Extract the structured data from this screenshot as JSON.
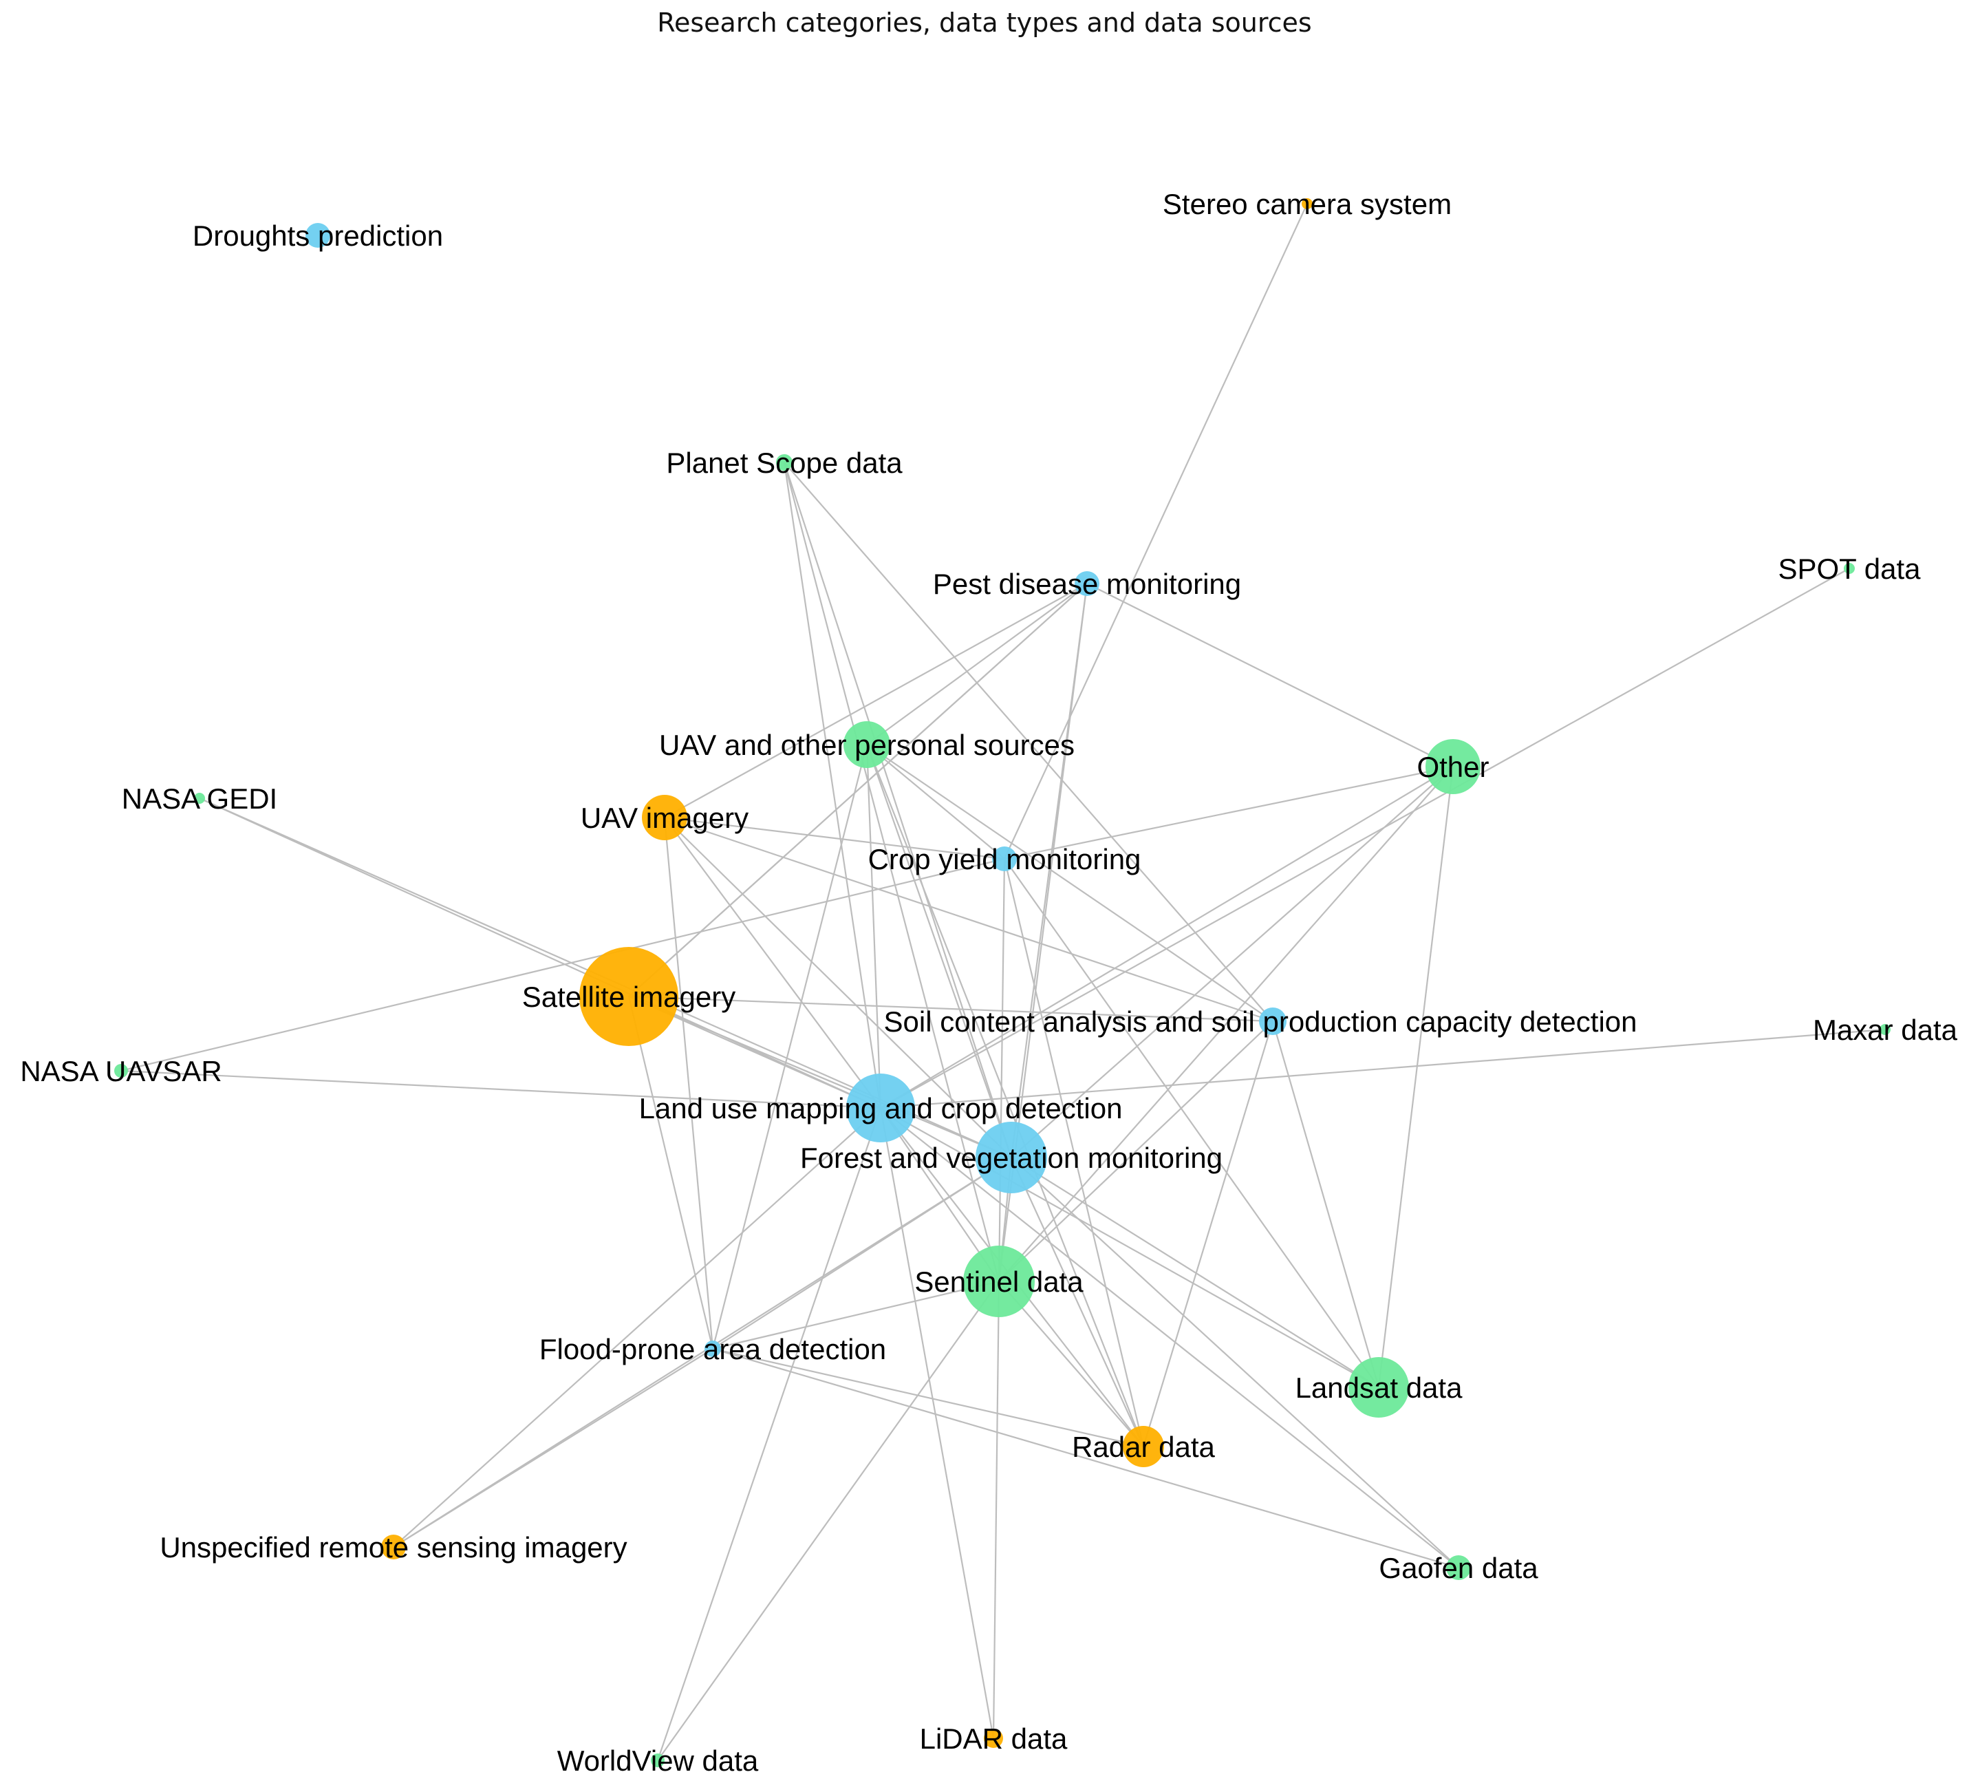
{
  "title": "Research categories, data types and data sources",
  "colors": {
    "category": "#6dcff0",
    "data_type": "#ffb000",
    "data_source": "#6de99a",
    "edge": "#bdbdbd"
  },
  "nodes": [
    {
      "id": "droughts",
      "label": "Droughts prediction",
      "group": "category"
    },
    {
      "id": "stereo",
      "label": "Stereo camera system",
      "group": "data_type"
    },
    {
      "id": "planet",
      "label": "Planet Scope data",
      "group": "data_source"
    },
    {
      "id": "pest",
      "label": "Pest disease monitoring",
      "group": "category"
    },
    {
      "id": "spot",
      "label": "SPOT data",
      "group": "data_source"
    },
    {
      "id": "uavsrc",
      "label": "UAV and other personal sources",
      "group": "data_source"
    },
    {
      "id": "other",
      "label": "Other",
      "group": "data_source"
    },
    {
      "id": "gedi",
      "label": "NASA GEDI",
      "group": "data_source"
    },
    {
      "id": "uavimg",
      "label": "UAV imagery",
      "group": "data_type"
    },
    {
      "id": "cropyield",
      "label": "Crop yield monitoring",
      "group": "category"
    },
    {
      "id": "satellite",
      "label": "Satellite imagery",
      "group": "data_type"
    },
    {
      "id": "soil",
      "label": "Soil content analysis and soil production capacity detection",
      "group": "category"
    },
    {
      "id": "maxar",
      "label": "Maxar data",
      "group": "data_source"
    },
    {
      "id": "uavsar",
      "label": "NASA UAVSAR",
      "group": "data_source"
    },
    {
      "id": "landuse",
      "label": "Land use mapping and crop detection",
      "group": "category"
    },
    {
      "id": "forest",
      "label": "Forest and vegetation monitoring",
      "group": "category"
    },
    {
      "id": "sentinel",
      "label": "Sentinel data",
      "group": "data_source"
    },
    {
      "id": "flood",
      "label": "Flood-prone area detection",
      "group": "category"
    },
    {
      "id": "landsat",
      "label": "Landsat data",
      "group": "data_source"
    },
    {
      "id": "radar",
      "label": "Radar data",
      "group": "data_type"
    },
    {
      "id": "unspec",
      "label": "Unspecified remote sensing imagery",
      "group": "data_type"
    },
    {
      "id": "gaofen",
      "label": "Gaofen data",
      "group": "data_source"
    },
    {
      "id": "lidar",
      "label": "LiDAR data",
      "group": "data_type"
    },
    {
      "id": "worldview",
      "label": "WorldView data",
      "group": "data_source"
    }
  ],
  "edges": [
    [
      "stereo",
      "cropyield"
    ],
    [
      "planet",
      "landuse"
    ],
    [
      "planet",
      "forest"
    ],
    [
      "planet",
      "sentinel"
    ],
    [
      "planet",
      "soil"
    ],
    [
      "pest",
      "uavsrc"
    ],
    [
      "pest",
      "uavimg"
    ],
    [
      "pest",
      "satellite"
    ],
    [
      "pest",
      "other"
    ],
    [
      "pest",
      "sentinel"
    ],
    [
      "pest",
      "forest"
    ],
    [
      "spot",
      "landuse"
    ],
    [
      "uavsrc",
      "cropyield"
    ],
    [
      "uavsrc",
      "soil"
    ],
    [
      "uavsrc",
      "landuse"
    ],
    [
      "uavsrc",
      "forest"
    ],
    [
      "uavsrc",
      "flood"
    ],
    [
      "uavsrc",
      "radar"
    ],
    [
      "other",
      "cropyield"
    ],
    [
      "other",
      "landuse"
    ],
    [
      "other",
      "forest"
    ],
    [
      "other",
      "sentinel"
    ],
    [
      "other",
      "landsat"
    ],
    [
      "gedi",
      "landuse"
    ],
    [
      "gedi",
      "forest"
    ],
    [
      "uavimg",
      "cropyield"
    ],
    [
      "uavimg",
      "soil"
    ],
    [
      "uavimg",
      "landuse"
    ],
    [
      "uavimg",
      "forest"
    ],
    [
      "uavimg",
      "flood"
    ],
    [
      "cropyield",
      "uavsar"
    ],
    [
      "cropyield",
      "sentinel"
    ],
    [
      "cropyield",
      "radar"
    ],
    [
      "cropyield",
      "landsat"
    ],
    [
      "satellite",
      "soil"
    ],
    [
      "satellite",
      "landuse"
    ],
    [
      "satellite",
      "forest"
    ],
    [
      "satellite",
      "flood"
    ],
    [
      "satellite",
      "pest"
    ],
    [
      "soil",
      "landsat"
    ],
    [
      "soil",
      "radar"
    ],
    [
      "soil",
      "sentinel"
    ],
    [
      "maxar",
      "landuse"
    ],
    [
      "uavsar",
      "landuse"
    ],
    [
      "landuse",
      "sentinel"
    ],
    [
      "landuse",
      "landsat"
    ],
    [
      "landuse",
      "radar"
    ],
    [
      "landuse",
      "gaofen"
    ],
    [
      "landuse",
      "lidar"
    ],
    [
      "landuse",
      "worldview"
    ],
    [
      "landuse",
      "unspec"
    ],
    [
      "forest",
      "sentinel"
    ],
    [
      "forest",
      "landsat"
    ],
    [
      "forest",
      "radar"
    ],
    [
      "forest",
      "gaofen"
    ],
    [
      "forest",
      "flood"
    ],
    [
      "forest",
      "unspec"
    ],
    [
      "sentinel",
      "flood"
    ],
    [
      "sentinel",
      "radar"
    ],
    [
      "sentinel",
      "lidar"
    ],
    [
      "sentinel",
      "worldview"
    ],
    [
      "flood",
      "radar"
    ],
    [
      "flood",
      "gaofen"
    ],
    [
      "flood",
      "unspec"
    ]
  ]
}
